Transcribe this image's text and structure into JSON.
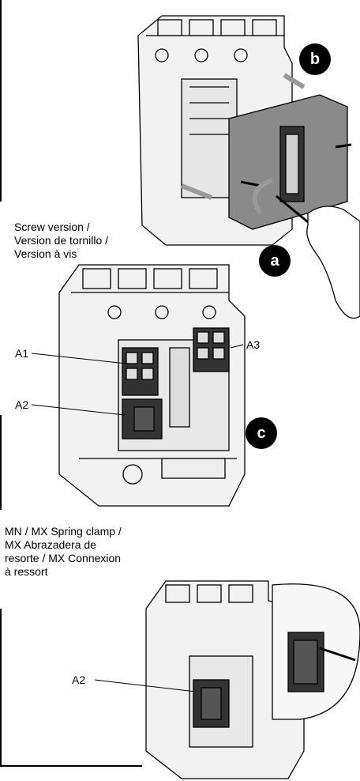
{
  "captions": {
    "screw_version": "Screw version /\nVersion de tornillo /\nVersion à vis",
    "spring_clamp": "MN / MX Spring clamp /\nMX Abrazadera de\nresorte / MX Connexion\nà ressort"
  },
  "callouts": {
    "a": "a",
    "b": "b",
    "c": "c"
  },
  "labels": {
    "A1": "A1",
    "A2_top": "A2",
    "A3": "A3",
    "A2_bottom": "A2"
  },
  "colors": {
    "outline": "#000000",
    "body": "#f2f2f2",
    "cover": "#8a8a8a",
    "arrow": "#9a9a9a"
  }
}
